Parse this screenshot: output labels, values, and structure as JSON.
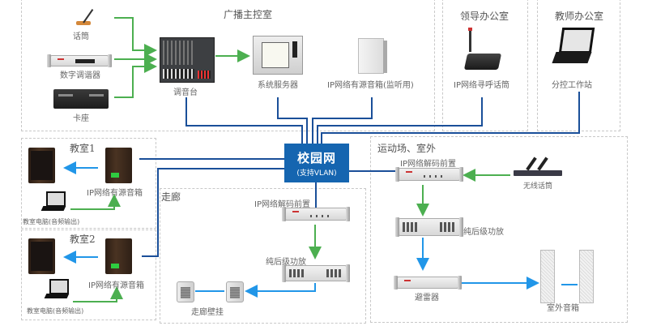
{
  "title": "校园广播系统拓扑图",
  "colors": {
    "network": "#1a4f99",
    "audio_in": "#4caf50",
    "speaker_out": "#2196e8",
    "hub": "#1565b0",
    "zone_border": "#c8c8c8"
  },
  "hub": {
    "name": "校园网",
    "subtitle": "(支持VLAN)"
  },
  "zones": {
    "control_room": {
      "title": "广播主控室"
    },
    "leader_office": {
      "title": "领导办公室"
    },
    "teacher_office": {
      "title": "教师办公室"
    },
    "classroom1": {
      "title": "教室1"
    },
    "classroom2": {
      "title": "教室2"
    },
    "corridor": {
      "title": "走廊"
    },
    "playground": {
      "title": "运动场、室外"
    }
  },
  "devices": {
    "microphone": "话筒",
    "tuner": "数字调谐器",
    "cassette": "卡座",
    "mixer": "调音台",
    "server": "系统服务器",
    "monitor_speaker": "IP网络有源音箱(监听用)",
    "paging_mic": "IP网络寻呼话筒",
    "workstation": "分控工作站",
    "classroom1_speaker": "IP网络有源音箱",
    "classroom1_pc": "教室电脑(音频输出)",
    "classroom2_speaker": "IP网络有源音箱",
    "classroom2_pc": "教室电脑(音频输出)",
    "corridor_decoder": "IP网络解码前置",
    "corridor_amp": "纯后级功放",
    "corridor_wall_speaker": "走廊壁挂",
    "outdoor_decoder": "IP网络解码前置",
    "wireless_mic": "无线话筒",
    "outdoor_amp": "纯后级功放",
    "lightning_arrester": "避雷器",
    "outdoor_speaker": "室外音箱"
  }
}
